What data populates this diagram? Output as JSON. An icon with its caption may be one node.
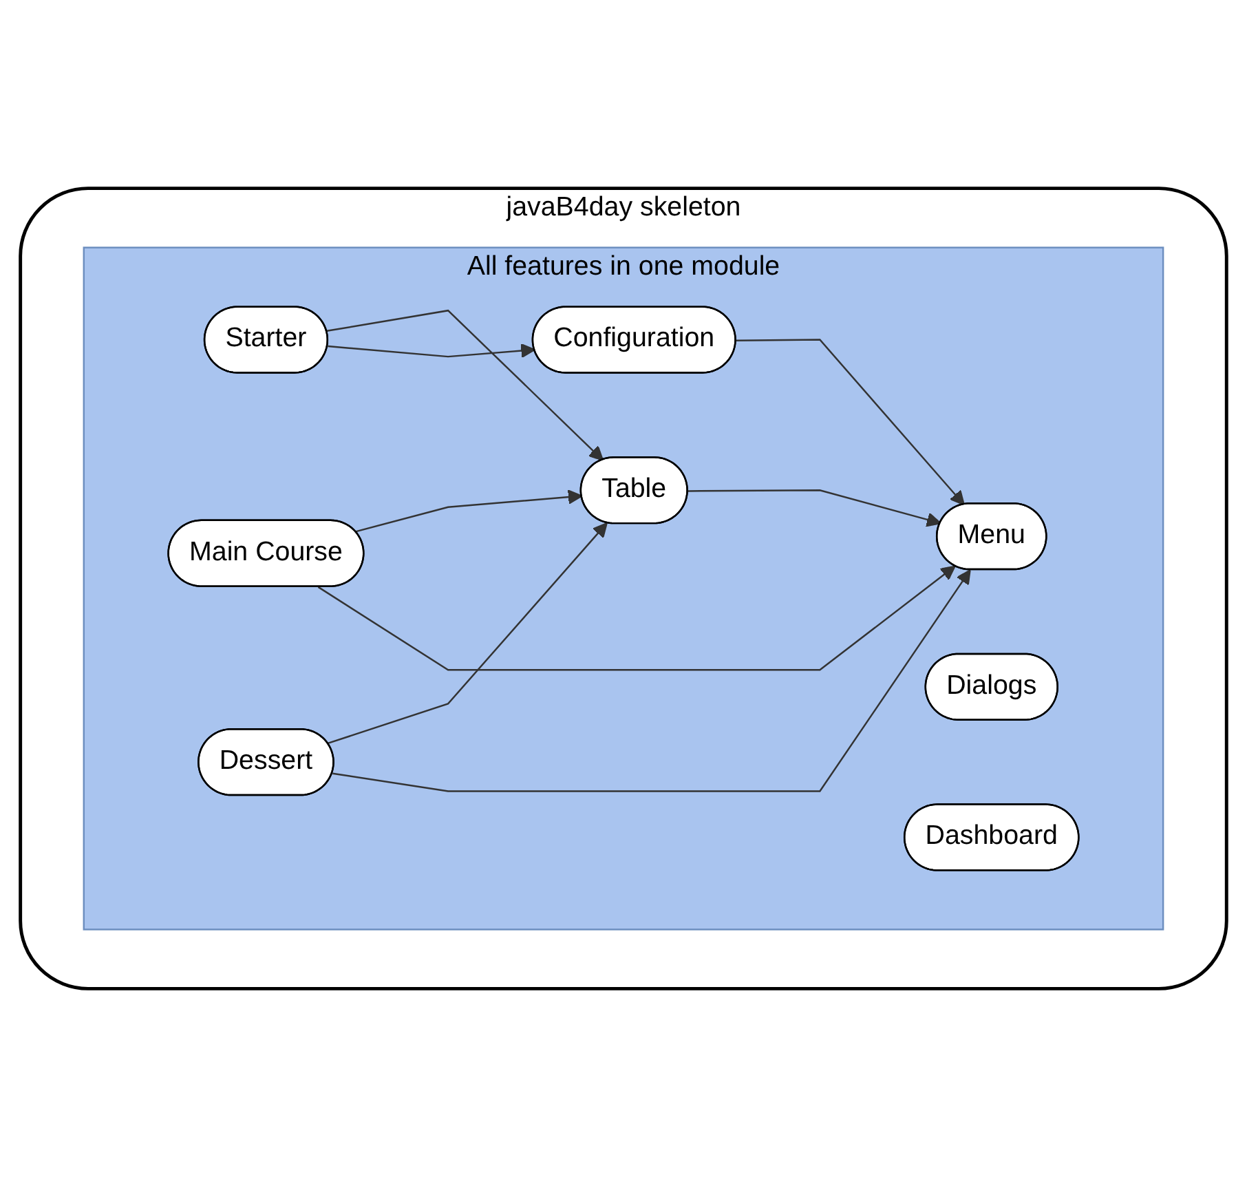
{
  "diagram": {
    "nodes": [
      {
        "text": [
          "javaB4day skeleton"
        ]
      },
      {
        "text": [
          "All features in one module"
        ],
        "in": 0
      },
      {
        "text": [
          "Table"
        ],
        "in": 1
      },
      {
        "text": [
          "Menu"
        ],
        "in": 1
      },
      {
        "text": [
          "Starter"
        ],
        "in": 1
      },
      {
        "text": [
          "Configuration"
        ],
        "in": 1
      },
      {
        "text": [
          "Main Course"
        ],
        "in": 1
      },
      {
        "text": [
          "Dialogs"
        ],
        "in": 1
      },
      {
        "text": [
          "Dessert"
        ],
        "in": 1
      },
      {
        "text": [
          "Dashboard"
        ],
        "in": 1
      }
    ],
    "edges": [
      {
        "from": 4,
        "to": 2,
        "arrow": "to"
      },
      {
        "from": 2,
        "to": 3,
        "arrow": "to"
      },
      {
        "from": 4,
        "to": 5,
        "arrow": "to"
      },
      {
        "from": 5,
        "to": 3,
        "arrow": "to"
      },
      {
        "from": 6,
        "to": 2,
        "arrow": "to"
      },
      {
        "from": 8,
        "to": 2,
        "arrow": "to"
      },
      {
        "from": 6,
        "to": 3,
        "arrow": "to"
      },
      {
        "from": 8,
        "to": 3,
        "arrow": "to"
      }
    ]
  }
}
